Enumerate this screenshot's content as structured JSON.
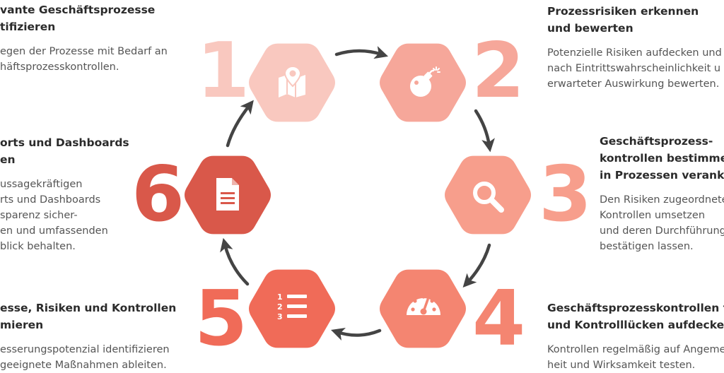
{
  "steps": [
    {
      "number": "1",
      "color": "#F9C8BF",
      "number_color": "#F9C8BF",
      "icon": "map-location-icon",
      "title": [
        "vante Geschäftsprozesse",
        "tifizieren"
      ],
      "text": [
        "egen der Prozesse mit Bedarf an",
        "häftsprozesskontrollen."
      ]
    },
    {
      "number": "2",
      "color": "#F6A79A",
      "number_color": "#F6A79A",
      "icon": "bomb-icon",
      "title": [
        "Prozessrisiken erkennen",
        "und bewerten"
      ],
      "text": [
        "Potenzielle Risiken aufdecken und",
        "nach Eintrittswahrscheinlichkeit u",
        "erwarteter Auswirkung bewerten."
      ]
    },
    {
      "number": "3",
      "color": "#F79E8C",
      "number_color": "#F79E8C",
      "icon": "search-icon",
      "title": [
        "Geschäftsprozess-",
        "kontrollen bestimmer",
        "in Prozessen veranker"
      ],
      "text": [
        "Den Risiken zugeordnete",
        "Kontrollen umsetzen",
        "und deren Durchführung",
        "bestätigen lassen."
      ]
    },
    {
      "number": "4",
      "color": "#F48571",
      "number_color": "#F48571",
      "icon": "speedometer-icon",
      "title": [
        "Geschäftsprozesskontrollen tes",
        "und Kontrolllücken aufdecken"
      ],
      "text": [
        "Kontrollen regelmäßig auf Angeme",
        "heit und Wirksamkeit testen."
      ]
    },
    {
      "number": "5",
      "color": "#F06B58",
      "number_color": "#F06B58",
      "icon": "numbered-list-icon",
      "title": [
        "esse, Risiken und Kontrollen",
        "mieren"
      ],
      "text": [
        "esserungspotenzial identifizieren",
        "geeignete Maßnahmen ableiten."
      ]
    },
    {
      "number": "6",
      "color": "#D9584A",
      "number_color": "#D9584A",
      "icon": "document-icon",
      "title": [
        "orts und Dashboards",
        "en"
      ],
      "text": [
        "ussagekräftigen",
        "rts und Dashboards",
        "sparenz sicher-",
        "en und umfassenden",
        "blick behalten."
      ]
    }
  ]
}
